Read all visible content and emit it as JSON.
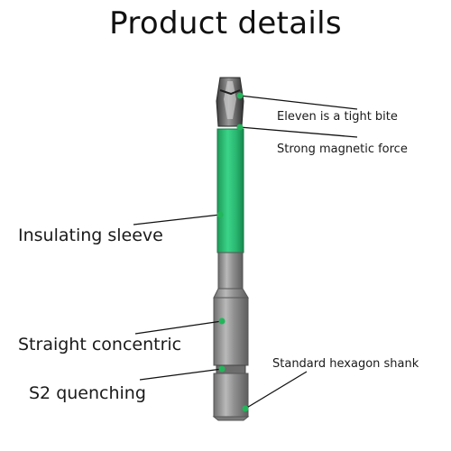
{
  "title": "Product details",
  "labels": {
    "tight_bite": "Eleven is a tight bite",
    "magnetic_force": "Strong magnetic force",
    "insulating_sleeve": "Insulating sleeve",
    "straight_concentric": "Straight concentric",
    "s2_quenching": "S2 quenching",
    "hexagon_shank": "Standard hexagon shank"
  },
  "colors": {
    "sleeve_green": "#27b36b",
    "metal_gray": "#8e8e8e",
    "marker_green": "#22b55a"
  },
  "icons": [
    "screwdriver-bit-illustration"
  ]
}
